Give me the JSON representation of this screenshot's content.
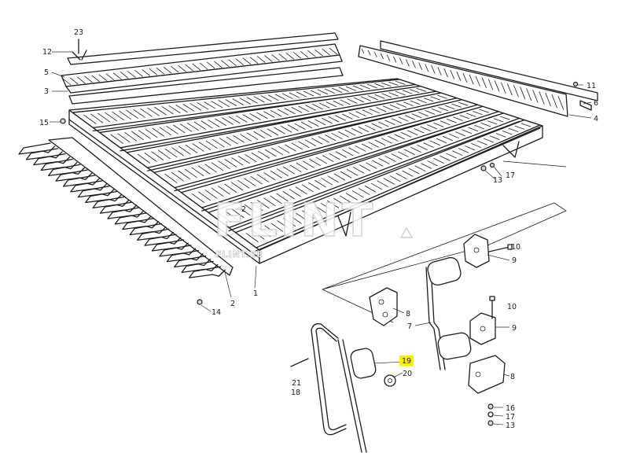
{
  "callouts": {
    "c1": "1",
    "c2a": "2",
    "c2b": "2",
    "c3": "3",
    "c4": "4",
    "c5": "5",
    "c6": "6",
    "c7": "7",
    "c8a": "8",
    "c8b": "8",
    "c9a": "9",
    "c9b": "9",
    "c10a": "10",
    "c10b": "10",
    "c11": "11",
    "c12": "12",
    "c13a": "13",
    "c13b": "13",
    "c14": "14",
    "c15": "15",
    "c16": "16",
    "c17a": "17",
    "c17b": "17",
    "c18": "18",
    "c19": "19",
    "c20": "20",
    "c21": "21",
    "c23": "23"
  },
  "highlight_color": "#f5f000",
  "watermark": {
    "brand": "FLINT",
    "site": "FLINT.EE"
  }
}
